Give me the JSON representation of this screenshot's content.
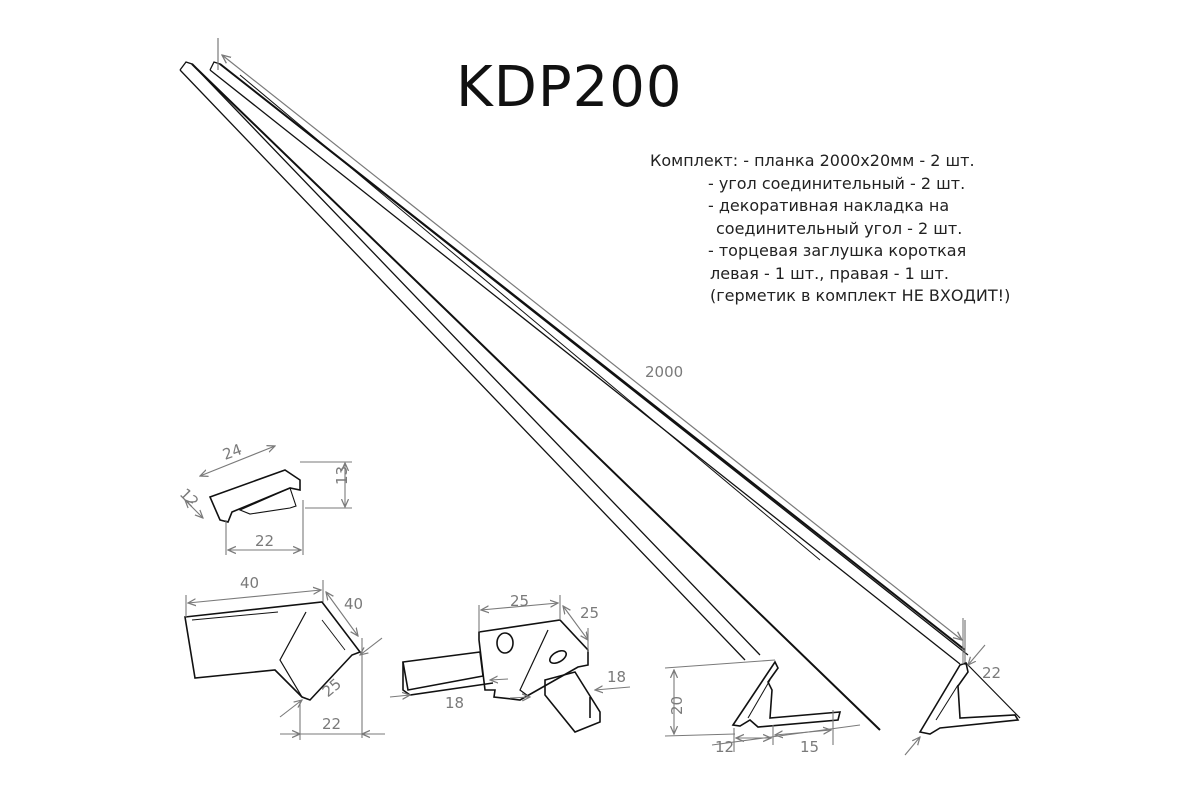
{
  "title": "KDP200",
  "kit": {
    "lines": [
      "Комплект: - планка 2000х20мм - 2 шт.",
      "- угол соединительный - 2 шт.",
      "- декоративная накладка на",
      "соединительный угол - 2 шт.",
      "- торцевая заглушка короткая",
      "левая - 1 шт., правая - 1 шт.",
      "(герметик в комплект НЕ ВХОДИТ!)"
    ]
  },
  "drawing": {
    "strip_length": "2000",
    "end_cap": {
      "length": "24",
      "depth": "12",
      "height": "13",
      "width": "22"
    },
    "decorative_corner": {
      "side_a": "40",
      "side_b": "40",
      "diag": "25",
      "width": "22"
    },
    "connector_corner": {
      "side_a": "25",
      "side_b": "25",
      "leg_left": "18",
      "leg_right": "18"
    },
    "profile_section": {
      "height": "20",
      "lip": "12",
      "flange": "15"
    },
    "profile_end": {
      "width": "22"
    }
  },
  "colors": {
    "line": "#111111",
    "dimension": "#7a7a7a",
    "background": "#ffffff"
  }
}
